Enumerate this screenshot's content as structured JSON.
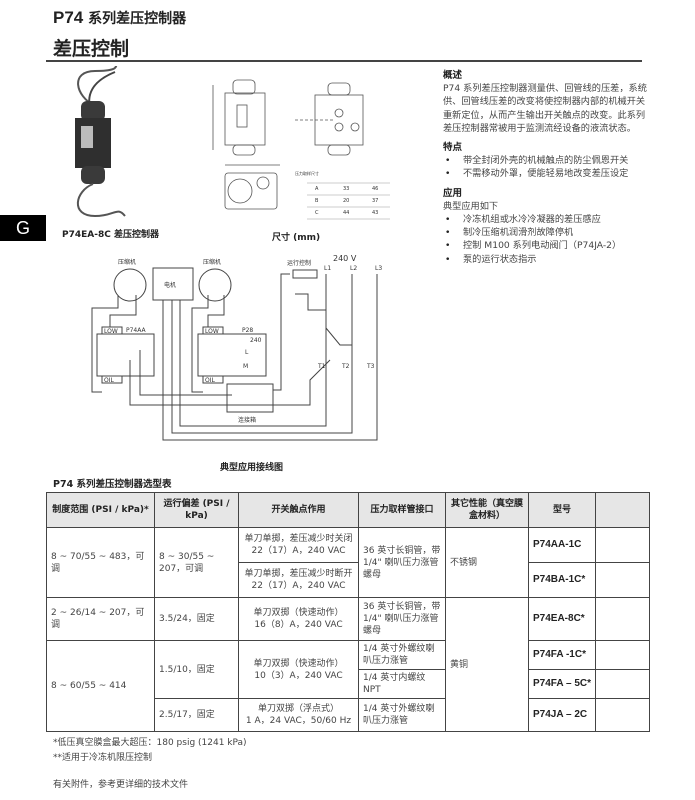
{
  "header": {
    "series_code": "P74",
    "series_name": "系列差压控制器",
    "title": "差压控制"
  },
  "side_tab": "G",
  "photo": {
    "caption": "P74EA-8C 差压控制器"
  },
  "dimensions": {
    "caption": "尺寸 (mm)",
    "table_title": "压力取样尺寸",
    "rows": [
      {
        "k": "A",
        "v1": "33",
        "v2": "46"
      },
      {
        "k": "B",
        "v1": "20",
        "v2": "37"
      },
      {
        "k": "C",
        "v1": "44",
        "v2": "43"
      }
    ]
  },
  "overview": {
    "heading": "概述",
    "text": "P74 系列差压控制器测量供、回管线的压差，系统供、回管线压差的改变将使控制器内部的机械开关重新定位，从而产生输出开关触点的改变。此系列差压控制器常被用于监测流经设备的液流状态。"
  },
  "features": {
    "heading": "特点",
    "items": [
      "带全封闭外壳的机械触点的防尘佩恩开关",
      "不需移动外罩，便能轻易地改变差压设定"
    ]
  },
  "applications": {
    "heading": "应用",
    "intro": "典型应用如下",
    "items": [
      "冷冻机组或水冷冷凝器的差压感应",
      "制冷压缩机润滑剂故障停机",
      "控制 M100 系列电动阀门（P74JA-2）",
      "泵的运行状态指示"
    ]
  },
  "wiring": {
    "caption": "典型应用接线图",
    "compressor": "压缩机",
    "motor": "电机",
    "run_control": "运行控制",
    "voltage": "240 V",
    "l1": "L1",
    "l2": "L2",
    "l3": "L3",
    "t1": "T1",
    "t2": "T2",
    "t3": "T3",
    "low": "LOW",
    "oil": "OIL",
    "p74aa": "P74AA",
    "p28": "P28",
    "v240": "240",
    "junction": "连接箱",
    "m": "M",
    "l": "L"
  },
  "table": {
    "title": "P74 系列差压控制器选型表",
    "headers": [
      "制度范围 (PSI / kPa)*",
      "运行偏差 (PSI / kPa)",
      "开关触点作用",
      "压力取样管接口",
      "其它性能（真空膜盒材料）",
      "型号",
      ""
    ],
    "range": [
      "8 ~ 70/55 ~ 483，可调",
      "2 ~ 26/14 ~ 207，可调",
      "8 ~ 60/55 ~ 414"
    ],
    "diff": [
      "8 ~ 30/55 ~ 207，可调",
      "3.5/24，固定",
      "1.5/10，固定",
      "2.5/17，固定"
    ],
    "action": [
      [
        "单刀单掷，差压减少时关闭",
        "22（17）A，240 VAC"
      ],
      [
        "单刀单掷，差压减少时断开",
        "22（17）A，240 VAC"
      ],
      [
        "单刀双掷（快速动作）",
        "16（8）A，240 VAC"
      ],
      [
        "单刀双掷（快速动作）",
        "10（3）A，240 VAC"
      ],
      [
        "单刀双掷（浮点式）",
        "1 A，24 VAC，50/60 Hz"
      ]
    ],
    "conn": [
      "36 英寸长铜管，带 1/4\" 喇叭压力涨管螺母",
      "36 英寸长铜管，带 1/4\" 喇叭压力涨管螺母",
      "1/4 英寸外螺纹喇叭压力涨管",
      "1/4 英寸内螺纹 NPT",
      "1/4 英寸外螺纹喇叭压力涨管"
    ],
    "material": [
      "不锈钢",
      "黄铜"
    ],
    "models": [
      "P74AA-1C",
      "P74BA-1C*",
      "P74EA-8C*",
      "P74FA -1C*",
      "P74FA – 5C*",
      "P74JA – 2C"
    ]
  },
  "notes": [
    "*低压真空膜盒最大超压：180 psig (1241 kPa)",
    "**适用于冷冻机限压控制",
    "有关附件，参考更详细的技术文件"
  ]
}
